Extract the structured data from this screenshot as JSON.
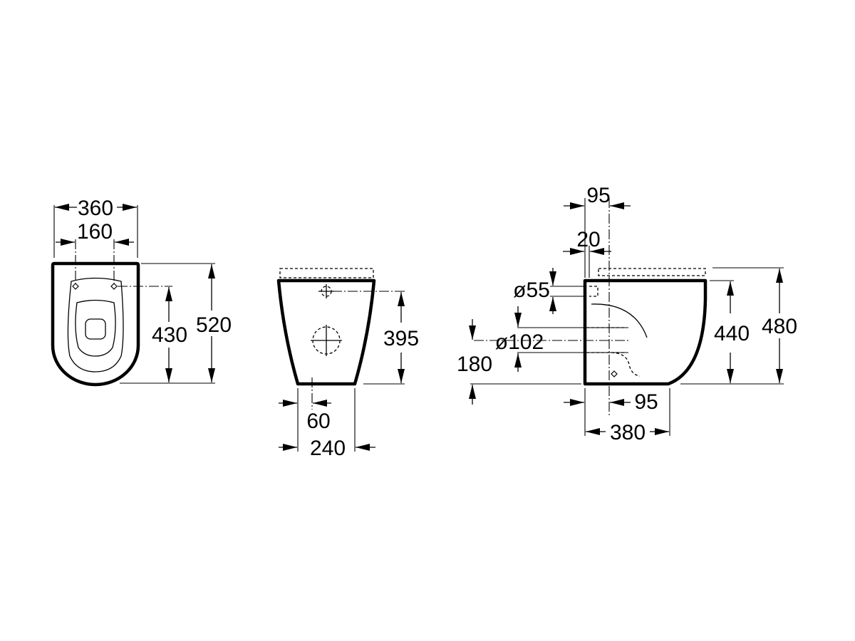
{
  "top_view": {
    "dim_width": "360",
    "dim_holes": "160",
    "dim_depth": "520",
    "dim_hole_to_back": "430"
  },
  "front_view": {
    "dim_height": "395",
    "dim_offset": "60",
    "dim_width": "240"
  },
  "side_view": {
    "dim_95_top": "95",
    "dim_20": "20",
    "dim_d55": "ø55",
    "dim_d102": "ø102",
    "dim_180": "180",
    "dim_95_bottom": "95",
    "dim_380": "380",
    "dim_440": "440",
    "dim_480": "480"
  }
}
